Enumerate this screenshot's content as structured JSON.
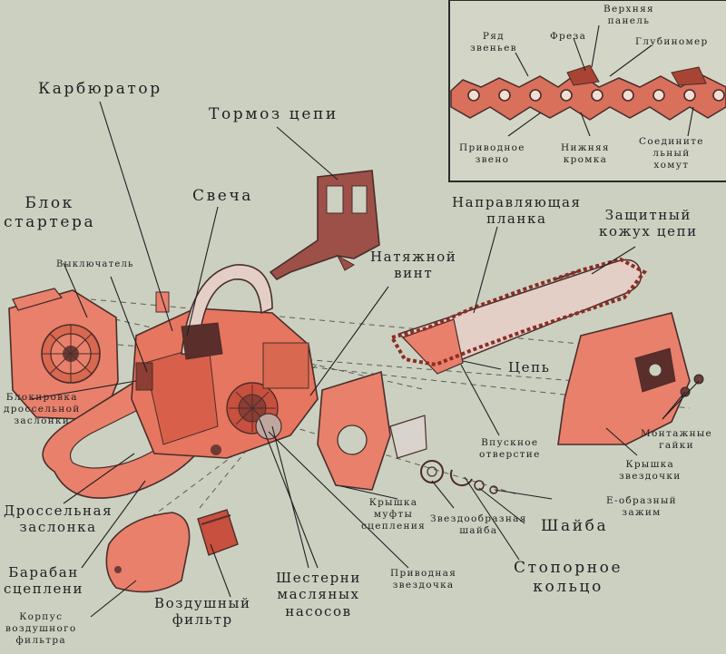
{
  "inset": {
    "ryad_zvenev": [
      "Ряд",
      "звеньев"
    ],
    "freza": [
      "Фреза"
    ],
    "verkhnyaya_panel": [
      "Верхняя",
      "панель"
    ],
    "glubinomer": [
      "Глубиномер"
    ],
    "privodnoe_zveno": [
      "Приводное",
      "звено"
    ],
    "nizhnyaya_kromka": [
      "Нижняя",
      "кромка"
    ],
    "soedinitelny_khomut": [
      "Соедините",
      "льный",
      "хомут"
    ]
  },
  "labels": {
    "karbyurator": [
      "Карбюратор"
    ],
    "tormoz_tsepi": [
      "Тормоз цепи"
    ],
    "blok_startera": [
      "Блок",
      "стартера"
    ],
    "svecha": [
      "Свеча"
    ],
    "vyklyuchatel": [
      "Выключатель"
    ],
    "napravlyayushchaya_planka": [
      "Направляющая",
      "планка"
    ],
    "zashchitny_kozhukh": [
      "Защитный",
      "кожух цепи"
    ],
    "natyazhnoy_vint": [
      "Натяжной",
      "винт"
    ],
    "tsep": [
      "Цепь"
    ],
    "blokirovka_zaslonki": [
      "Блокировка",
      "дроссельной",
      "заслонки"
    ],
    "vpusknoe_otverstie": [
      "Впускное",
      "отверстие"
    ],
    "montazhnye_gayki": [
      "Монтажные",
      "гайки"
    ],
    "kryshka_zvezdochki": [
      "Крышка",
      "звездочки"
    ],
    "drosselnaya_zaslonka": [
      "Дроссельная",
      "заслонка"
    ],
    "kryshka_mufty": [
      "Крышка",
      "муфты",
      "сцепления"
    ],
    "zvezdoobraznaya_shayba": [
      "Звездообразная",
      "шайба"
    ],
    "e_zazhim": [
      "Е-образный",
      "зажим"
    ],
    "shayba": [
      "Шайба"
    ],
    "baraban_stsepleniya": [
      "Барабан",
      "сцеплени"
    ],
    "shesterni": [
      "Шестерни",
      "масляных",
      "насосов"
    ],
    "privodnaya_zvezdochka": [
      "Приводная",
      "звездочка"
    ],
    "stopornoe_koltso": [
      "Стопорное",
      "кольцо"
    ],
    "vozdushny_filtr": [
      "Воздушный",
      "фильтр"
    ],
    "korpus_filtra": [
      "Корпус",
      "воздушного",
      "фильтра"
    ]
  },
  "colors": {
    "background": "#ccd0c0",
    "part_fill": "#e9806c",
    "part_shadow": "#c8503e",
    "outline": "#4a2d2a",
    "dark_part": "#6e3b36",
    "chain_link": "#b04a3c",
    "leader_line": "#1f1f22"
  }
}
